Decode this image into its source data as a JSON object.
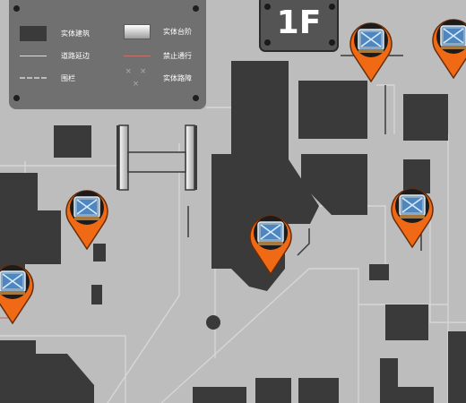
{
  "floor": {
    "label": "1F"
  },
  "legend": {
    "building": "实体建筑",
    "steps": "实体台阶",
    "road_edge": "道路延边",
    "no_entry": "禁止通行",
    "railing": "围栏",
    "barrier": "实体路障",
    "barrier_mark": "× × ×"
  },
  "colors": {
    "background": "#bdbdbd",
    "building": "#3a3a3a",
    "road_edge": "#d6d6d6",
    "pin_orange": "#f06a16",
    "legend_panel": "#707070"
  },
  "markers": [
    {
      "name": "camera-marker-top-center",
      "icon": "camera-icon"
    },
    {
      "name": "camera-marker-top-right",
      "icon": "camera-icon"
    },
    {
      "name": "camera-marker-left",
      "icon": "camera-icon"
    },
    {
      "name": "camera-marker-center",
      "icon": "camera-icon"
    },
    {
      "name": "camera-marker-right",
      "icon": "camera-icon"
    },
    {
      "name": "camera-marker-far-left",
      "icon": "camera-icon"
    }
  ]
}
